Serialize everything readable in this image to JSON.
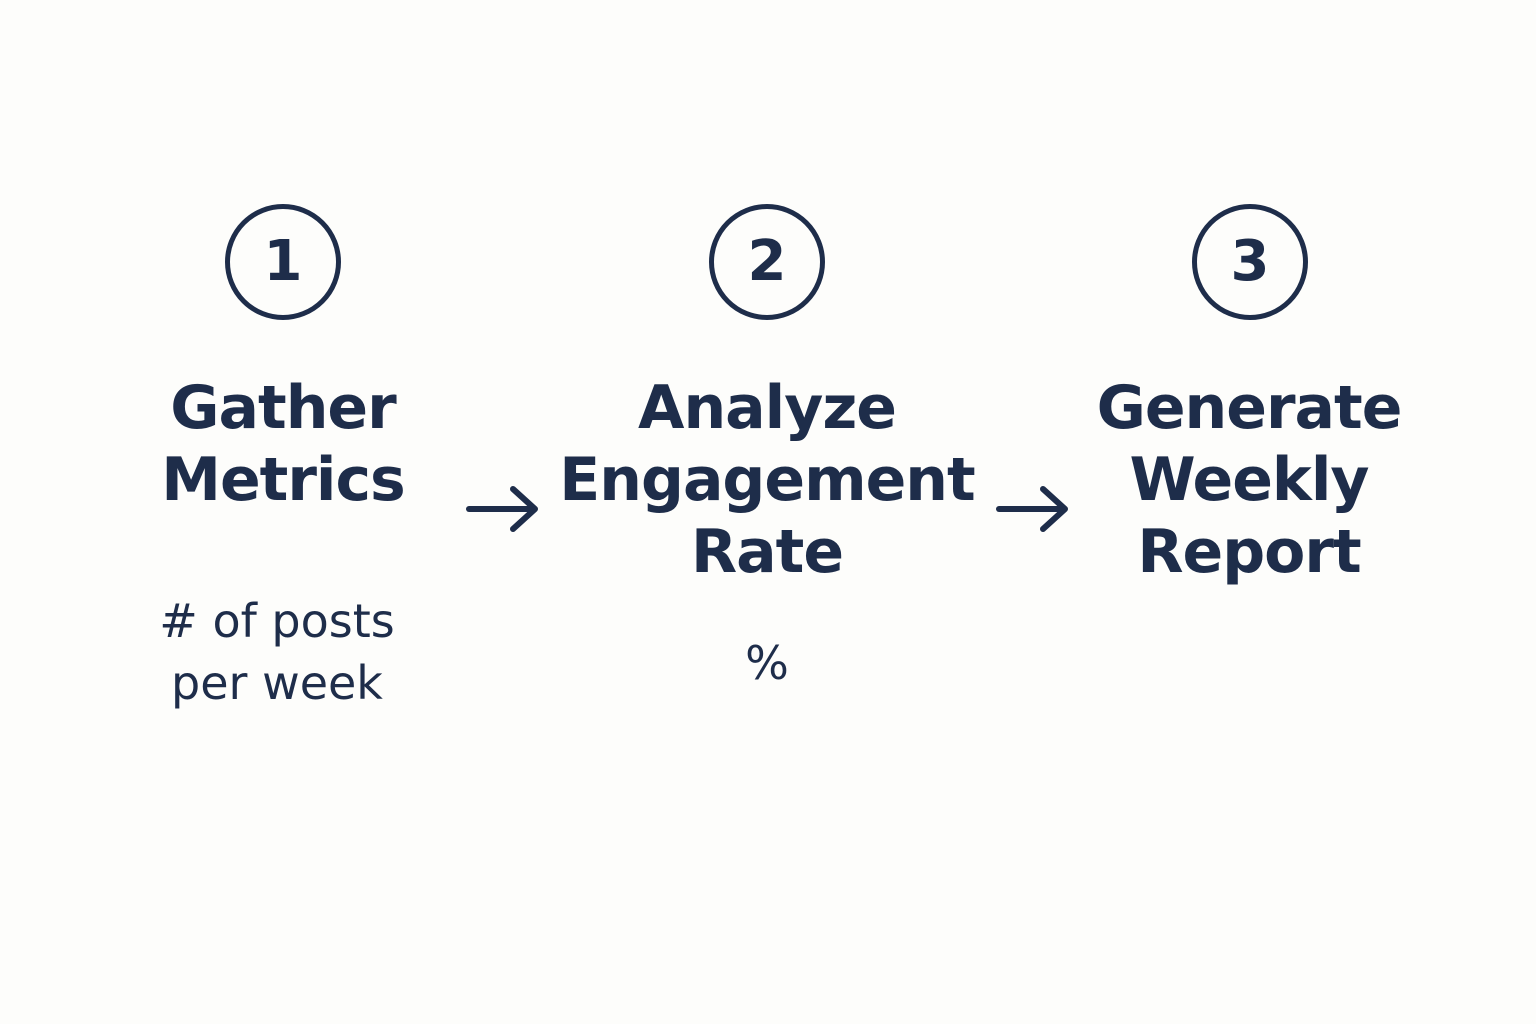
{
  "colors": {
    "ink": "#1e2d4a",
    "background": "#fdfdfb"
  },
  "steps": [
    {
      "number": "1",
      "title_lines": [
        "Gather",
        "Metrics"
      ],
      "sub_lines": [
        "# of posts",
        "per week"
      ]
    },
    {
      "number": "2",
      "title_lines": [
        "Analyze",
        "Engagement",
        "Rate"
      ],
      "sub_lines": [
        "%"
      ]
    },
    {
      "number": "3",
      "title_lines": [
        "Generate",
        "Weekly",
        "Report"
      ],
      "sub_lines": []
    }
  ],
  "connectors": [
    "arrow-right-icon",
    "arrow-right-icon"
  ]
}
